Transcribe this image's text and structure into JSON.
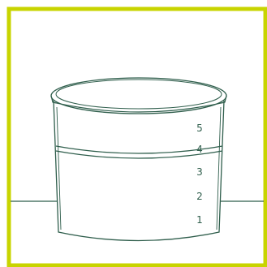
{
  "colors": {
    "frame": "#c8d400",
    "stroke": "#2f5e4c",
    "background": "#ffffff"
  },
  "container": {
    "scale_marks": [
      "5",
      "4",
      "3",
      "2",
      "1"
    ]
  }
}
